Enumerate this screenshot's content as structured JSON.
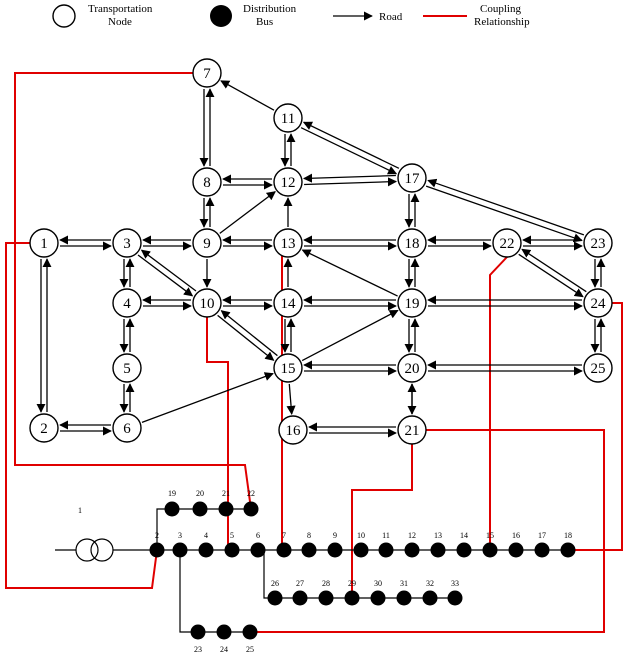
{
  "legend": {
    "transportation_node": [
      "Transportation",
      "Node"
    ],
    "distribution_bus": [
      "Distribution",
      "Bus"
    ],
    "road": "Road",
    "coupling": [
      "Coupling",
      "Relationship"
    ]
  },
  "transport_nodes": [
    {
      "id": "1",
      "label": "1"
    },
    {
      "id": "2",
      "label": "2"
    },
    {
      "id": "3",
      "label": "3"
    },
    {
      "id": "4",
      "label": "4"
    },
    {
      "id": "5",
      "label": "5"
    },
    {
      "id": "6",
      "label": "6"
    },
    {
      "id": "7",
      "label": "7"
    },
    {
      "id": "8",
      "label": "8"
    },
    {
      "id": "9",
      "label": "9"
    },
    {
      "id": "10",
      "label": "10"
    },
    {
      "id": "11",
      "label": "11"
    },
    {
      "id": "12",
      "label": "12"
    },
    {
      "id": "13",
      "label": "13"
    },
    {
      "id": "14",
      "label": "14"
    },
    {
      "id": "15",
      "label": "15"
    },
    {
      "id": "16",
      "label": "16"
    },
    {
      "id": "17",
      "label": "17"
    },
    {
      "id": "18",
      "label": "18"
    },
    {
      "id": "19",
      "label": "19"
    },
    {
      "id": "20",
      "label": "20"
    },
    {
      "id": "21",
      "label": "21"
    },
    {
      "id": "22",
      "label": "22"
    },
    {
      "id": "23",
      "label": "23"
    },
    {
      "id": "24",
      "label": "24"
    },
    {
      "id": "25",
      "label": "25"
    }
  ],
  "distribution_buses": [
    {
      "id": "1",
      "label": "1"
    },
    {
      "id": "2",
      "label": "2"
    },
    {
      "id": "3",
      "label": "3"
    },
    {
      "id": "4",
      "label": "4"
    },
    {
      "id": "5",
      "label": "5"
    },
    {
      "id": "6",
      "label": "6"
    },
    {
      "id": "7",
      "label": "7"
    },
    {
      "id": "8",
      "label": "8"
    },
    {
      "id": "9",
      "label": "9"
    },
    {
      "id": "10",
      "label": "10"
    },
    {
      "id": "11",
      "label": "11"
    },
    {
      "id": "12",
      "label": "12"
    },
    {
      "id": "13",
      "label": "13"
    },
    {
      "id": "14",
      "label": "14"
    },
    {
      "id": "15",
      "label": "15"
    },
    {
      "id": "16",
      "label": "16"
    },
    {
      "id": "17",
      "label": "17"
    },
    {
      "id": "18",
      "label": "18"
    },
    {
      "id": "19",
      "label": "19"
    },
    {
      "id": "20",
      "label": "20"
    },
    {
      "id": "21",
      "label": "21"
    },
    {
      "id": "22",
      "label": "22"
    },
    {
      "id": "23",
      "label": "23"
    },
    {
      "id": "24",
      "label": "24"
    },
    {
      "id": "25",
      "label": "25"
    },
    {
      "id": "26",
      "label": "26"
    },
    {
      "id": "27",
      "label": "27"
    },
    {
      "id": "28",
      "label": "28"
    },
    {
      "id": "29",
      "label": "29"
    },
    {
      "id": "30",
      "label": "30"
    },
    {
      "id": "31",
      "label": "31"
    },
    {
      "id": "32",
      "label": "32"
    },
    {
      "id": "33",
      "label": "33"
    }
  ],
  "roads": [
    [
      "1",
      "2",
      "both"
    ],
    [
      "1",
      "3",
      "both"
    ],
    [
      "2",
      "6",
      "both"
    ],
    [
      "3",
      "4",
      "both"
    ],
    [
      "4",
      "5",
      "both"
    ],
    [
      "5",
      "6",
      "both"
    ],
    [
      "3",
      "9",
      "both"
    ],
    [
      "3",
      "10",
      "both"
    ],
    [
      "4",
      "10",
      "both"
    ],
    [
      "6",
      "15",
      "fwd"
    ],
    [
      "7",
      "8",
      "both"
    ],
    [
      "8",
      "9",
      "both"
    ],
    [
      "8",
      "12",
      "both"
    ],
    [
      "9",
      "10",
      "fwd"
    ],
    [
      "9",
      "12",
      "fwd"
    ],
    [
      "9",
      "13",
      "both"
    ],
    [
      "10",
      "14",
      "both"
    ],
    [
      "10",
      "15",
      "both"
    ],
    [
      "11",
      "7",
      "fwd"
    ],
    [
      "11",
      "12",
      "both"
    ],
    [
      "11",
      "17",
      "both"
    ],
    [
      "12",
      "17",
      "both"
    ],
    [
      "13",
      "12",
      "fwd"
    ],
    [
      "13",
      "18",
      "both"
    ],
    [
      "14",
      "13",
      "fwd"
    ],
    [
      "14",
      "15",
      "both"
    ],
    [
      "15",
      "16",
      "fwd"
    ],
    [
      "15",
      "19",
      "fwd"
    ],
    [
      "15",
      "20",
      "both"
    ],
    [
      "16",
      "21",
      "both"
    ],
    [
      "17",
      "18",
      "both"
    ],
    [
      "18",
      "19",
      "both"
    ],
    [
      "18",
      "22",
      "both"
    ],
    [
      "19",
      "14",
      "both"
    ],
    [
      "19",
      "20",
      "both"
    ],
    [
      "19",
      "13",
      "fwd"
    ],
    [
      "19",
      "24",
      "both"
    ],
    [
      "20",
      "25",
      "both"
    ],
    [
      "20",
      "21",
      "fwd"
    ],
    [
      "21",
      "20",
      "fwd"
    ],
    [
      "22",
      "23",
      "both"
    ],
    [
      "22",
      "24",
      "both"
    ],
    [
      "23",
      "24",
      "both"
    ],
    [
      "23",
      "17",
      "both"
    ],
    [
      "24",
      "25",
      "both"
    ]
  ],
  "couplings": [
    [
      "1",
      "2"
    ],
    [
      "7",
      "22"
    ],
    [
      "10",
      "5"
    ],
    [
      "13",
      "7"
    ],
    [
      "21",
      "29"
    ],
    [
      "22",
      "15"
    ],
    [
      "21",
      "25"
    ],
    [
      "24",
      "18"
    ]
  ],
  "colors": {
    "coupling": "#e00000",
    "road": "#000000",
    "bus": "#000000"
  }
}
